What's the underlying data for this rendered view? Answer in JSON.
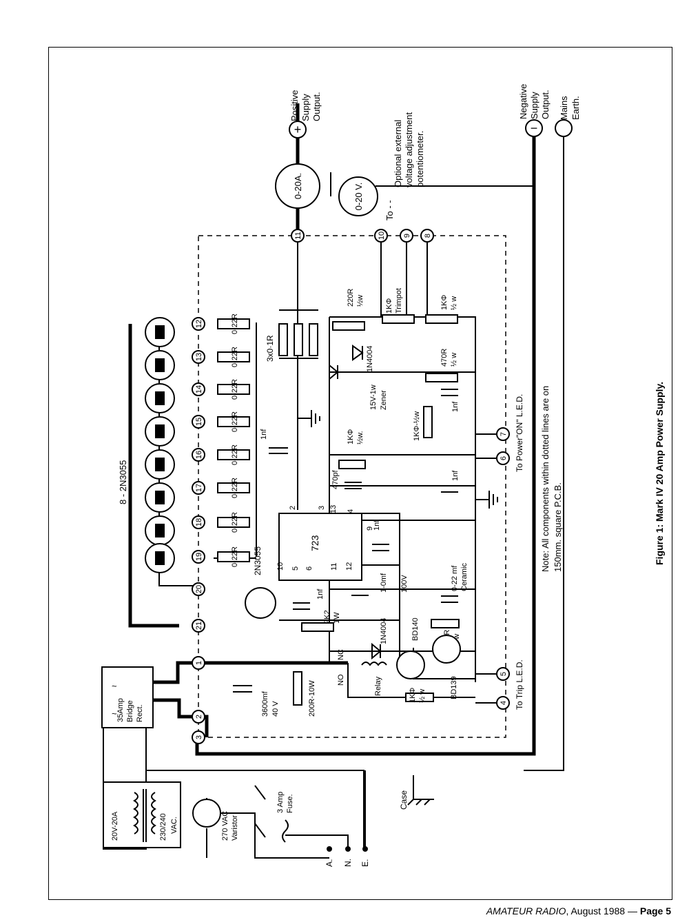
{
  "figure": {
    "caption": "Figure 1: Mark IV 20 Amp Power Supply.",
    "note_line1": "Note: All components within dotted lines are on",
    "note_line2": "150mm. square P.C.B."
  },
  "footer": {
    "publication": "AMATEUR RADIO",
    "date": ", August 1988 — ",
    "page": "Page 5"
  },
  "outputs": {
    "positive": [
      "Positive",
      "Supply",
      "Output."
    ],
    "negative": [
      "Negative",
      "Supply",
      "Output."
    ],
    "earth": [
      "Mains",
      "Earth."
    ],
    "optional": [
      "Optional external",
      "voltage adjustment",
      "potentiometer."
    ],
    "to": "To - -"
  },
  "meters": {
    "ammeter": "0-20A.",
    "voltmeter": "0-20 V."
  },
  "mains": {
    "labels": [
      "A.",
      "N.",
      "E."
    ],
    "transformer_secondary": "20V-20A",
    "transformer_primary": "230/240",
    "vac": "VAC.",
    "varistor": [
      "270 VAC",
      "Varistor"
    ],
    "fuse": [
      "3 Amp",
      "Fuse."
    ],
    "case": "Case"
  },
  "rectifier": {
    "label": [
      "35Amp",
      "Bridge",
      "Rect."
    ]
  },
  "components": {
    "pass_transistors": "8 - 2N3055",
    "driver_transistor": "2N3055",
    "emitter_resistor": "0-22R",
    "sense_resistors": "3x0·1R",
    "reg_ic": "723",
    "filter_cap": [
      "3600mf",
      "40 V"
    ],
    "bleeder": [
      "200R-10W"
    ],
    "c_1nf": "1nf",
    "c_470pf": "470pf",
    "c_1mf": [
      "1-0mf",
      "100V"
    ],
    "c_022": [
      "0-22 mf",
      "Ceramic"
    ],
    "r_2k2": [
      "2K2",
      "1W"
    ],
    "r_1k_a": [
      "1KΦ",
      "½w."
    ],
    "r_1k_b": "1KΦ-½w",
    "r_470_a": [
      "470R",
      "½ w"
    ],
    "r_470_b": [
      "470R",
      "½ w"
    ],
    "r_1k_c": [
      "1KΦ",
      "½ w"
    ],
    "r_220": [
      "220R",
      "½w"
    ],
    "trimpot": [
      "1KΦ",
      "Trimpot"
    ],
    "r_1k_d": [
      "1KΦ",
      "½ w"
    ],
    "zener": [
      "15V-1w",
      "Zener"
    ],
    "diode": "1N4004",
    "diode2": "1N4004",
    "bd140": "BD140",
    "bd139": "BD139",
    "relay": "Relay",
    "relay_nc": "NC",
    "relay_no": "NO",
    "plus": "+",
    "minus": "−",
    "ac": "~"
  },
  "leds": {
    "power": "To Power\"ON\" L.E.D.",
    "trip": "To Trip L.E.D."
  },
  "ic_pins": [
    "2",
    "3",
    "13",
    "4",
    "10",
    "5",
    "6",
    "11",
    "12",
    "9"
  ],
  "terminals": [
    "1",
    "2",
    "3",
    "4",
    "5",
    "6",
    "7",
    "8",
    "9",
    "10",
    "11",
    "12",
    "13",
    "14",
    "15",
    "16",
    "17",
    "18",
    "19",
    "20",
    "21"
  ]
}
